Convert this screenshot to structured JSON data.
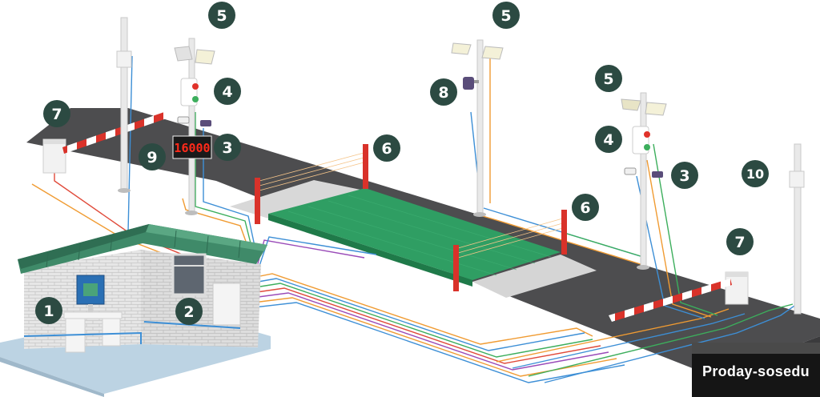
{
  "scale_display": {
    "reading": "16000"
  },
  "callouts": {
    "operator_pc": "1",
    "controller_cabinet": "2",
    "camera_left": "3",
    "camera_right": "3",
    "traffic_light_left": "4",
    "traffic_light_right": "4",
    "lamp_left": "5",
    "lamp_center": "5",
    "lamp_right": "5",
    "ir_sensor_entry": "6",
    "ir_sensor_exit": "6",
    "barrier_left": "7",
    "barrier_right": "7",
    "ptz_camera": "8",
    "scoreboard": "9",
    "antenna_pole": "10"
  },
  "watermark": {
    "text": "Proday-sosedu"
  },
  "colors": {
    "road": "#4d4d4f",
    "platform": "#2f9e63",
    "platform_dark": "#23814f",
    "ramp": "#d6d6d6",
    "badge": "#2c4a42",
    "roof": "#3f8a69",
    "brick": "#e4e4e4",
    "sensor": "#d9322a",
    "barrier_red": "#d9322a",
    "floor": "#bcd3e3",
    "cable_orange": "#f09b32",
    "cable_blue": "#3d8fd6",
    "cable_green": "#3cae5c",
    "cable_purple": "#9a4bb8",
    "cable_red": "#e04a3a"
  }
}
